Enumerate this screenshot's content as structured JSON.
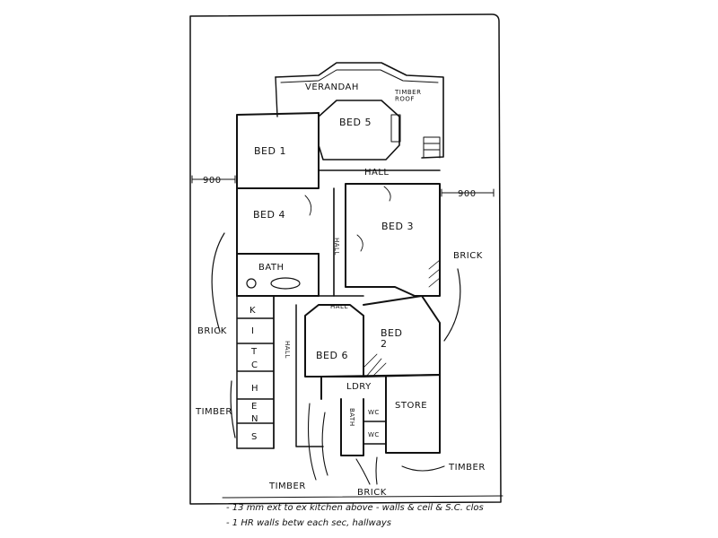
{
  "rooms": {
    "verandah": "VERANDAH",
    "timber_roof": "TIMBER\nROOF",
    "bed1": "BED 1",
    "bed5": "BED 5",
    "bed4": "BED 4",
    "bed3": "BED 3",
    "bed2": "BED\n2",
    "bed6": "BED 6",
    "bath_upper": "BATH",
    "bath_lower": "BATH",
    "hall_top": "HALL",
    "hall_vertical": "HALL",
    "hall_mid": "HALL",
    "hall_left": "HALL",
    "ldry": "LDRY",
    "store": "STORE",
    "wc1": "WC",
    "wc2": "WC"
  },
  "kitchen_letters": [
    "K",
    "I",
    "T",
    "C",
    "H",
    "E",
    "N",
    "S"
  ],
  "dimensions": {
    "left": "900",
    "right": "900"
  },
  "materials": {
    "brick_left": "BRICK",
    "brick_right": "BRICK",
    "brick_bottom": "BRICK",
    "timber_left": "TIMBER",
    "timber_bottom_left": "TIMBER",
    "timber_bottom_right": "TIMBER"
  },
  "notes": [
    "- 13 mm ext to ex kitchen above - walls & ceil & S.C. clos",
    "- 1 HR walls betw each sec, hallways"
  ]
}
